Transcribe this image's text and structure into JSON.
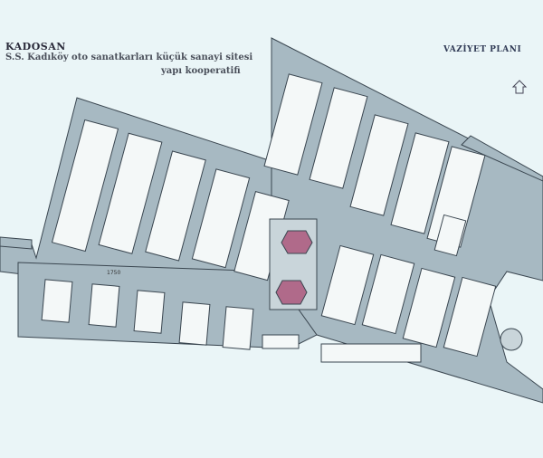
{
  "header": {
    "brand": "KADOSAN",
    "subtitle_line1": "S.S. Kadıköy oto sanatkarları küçük sanayi sitesi",
    "subtitle_line2": "yapı kooperatifi"
  },
  "plan": {
    "title": "VAZİYET PLANI",
    "north_icon": "house-arrow-icon",
    "block_label": "1750",
    "colors": {
      "road": "#a7b9c2",
      "block": "#f4f8f8",
      "outline": "#3a4650",
      "background": "#eaf5f7",
      "canopy": "#b06a8a"
    }
  }
}
